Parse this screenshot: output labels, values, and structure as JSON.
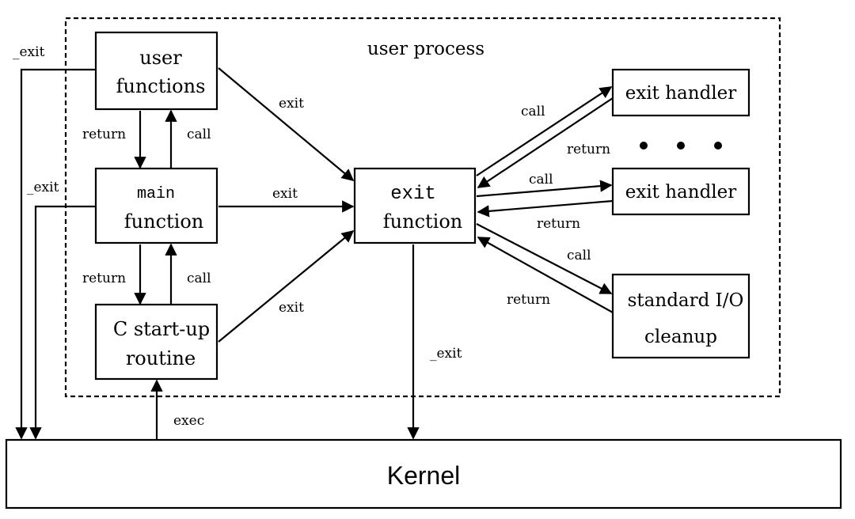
{
  "process_label": "user process",
  "boxes": {
    "user_functions": [
      "user",
      "functions"
    ],
    "main_function": [
      "main",
      "function"
    ],
    "startup_routine": [
      "C start-up",
      "routine"
    ],
    "exit_function": [
      "exit",
      "function"
    ],
    "exit_handler_1": "exit handler",
    "exit_handler_2": "exit handler",
    "stdio_cleanup": [
      "standard I/O",
      "cleanup"
    ],
    "kernel": "Kernel"
  },
  "edge_labels": {
    "exit_user": "exit",
    "exit_main": "exit",
    "exit_startup": "exit",
    "return_user_main": "return",
    "call_main_user": "call",
    "return_main_startup": "return",
    "call_startup_main": "call",
    "underscore_exit_user": "_exit",
    "underscore_exit_main": "_exit",
    "underscore_exit_function": "_exit",
    "exec": "exec",
    "call_handler1": "call",
    "return_handler1": "return",
    "call_handler2": "call",
    "return_handler2": "return",
    "call_stdio": "call",
    "return_stdio": "return"
  }
}
